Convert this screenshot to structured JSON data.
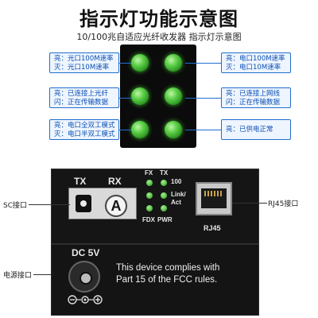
{
  "header": {
    "title": "指示灯功能示意图",
    "subtitle": "10/100兆自适应光纤收发器 指示灯示意图"
  },
  "left_labels": [
    {
      "line1": "亮：光口100M速率",
      "line2": "灭：光口10M速率"
    },
    {
      "line1": "亮：已连接上光纤",
      "line2": "闪：正在传输数据"
    },
    {
      "line1": "亮：电口全双工模式",
      "line2": "灭：电口半双工模式"
    }
  ],
  "right_labels": [
    {
      "line1": "亮：电口100M速率",
      "line2": "灭：电口10M速率"
    },
    {
      "line1": "亮：已连接上网线",
      "line2": "闪：正在传输数据"
    },
    {
      "line1": "亮：已供电正常",
      "line2": ""
    }
  ],
  "device": {
    "tx_label": "TX",
    "rx_label": "RX",
    "port_badge": "A",
    "led_fx": "FX",
    "led_tx": "TX",
    "led_100": "100",
    "led_link": "Link/",
    "led_act": "Act",
    "led_fdx": "FDX",
    "led_pwr": "PWR",
    "rj45_caption": "RJ45",
    "dc_label": "DC 5V",
    "fcc_line1": "This device complies with",
    "fcc_line2": "Part 15 of the FCC rules."
  },
  "callouts": {
    "sc_port": "SC接口",
    "rj45_port": "RJ45接口",
    "power_port": "电源接口"
  },
  "colors": {
    "accent": "#1f6fd0",
    "led_green": "#3fb42c",
    "device_body": "#151515"
  }
}
